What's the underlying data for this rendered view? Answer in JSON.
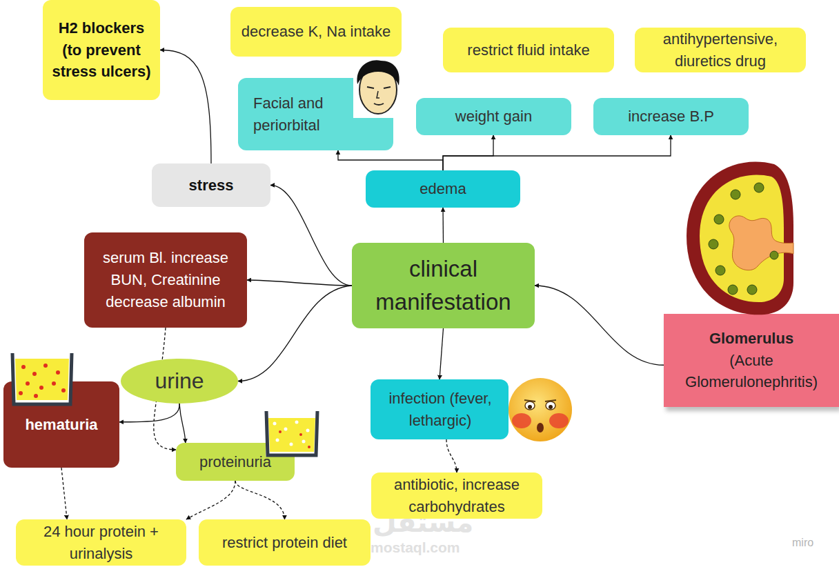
{
  "diagram": {
    "nodes": [
      {
        "text": [
          "H2 blockers (to prevent stress ulcers)"
        ]
      },
      {
        "text": [
          "decrease K, Na intake"
        ]
      },
      {
        "text": [
          "restrict fluid intake"
        ]
      },
      {
        "text": [
          "antihypertensive, diuretics drug"
        ]
      },
      {
        "text": [
          "Facial and periorbital"
        ]
      },
      {
        "text": [
          "weight gain"
        ]
      },
      {
        "text": [
          "increase B.P"
        ]
      },
      {
        "text": [
          "stress"
        ]
      },
      {
        "text": [
          "edema"
        ]
      },
      {
        "text": [
          "serum Bl. increase BUN, Creatinine decrease albumin"
        ]
      },
      {
        "text": [
          "clinical manifestation"
        ]
      },
      {
        "text": [
          "Glomerulus",
          "(Acute Glomerulonephritis)"
        ]
      },
      {
        "text": [
          "urine"
        ]
      },
      {
        "text": [
          "hematuria"
        ]
      },
      {
        "text": [
          "proteinuria"
        ]
      },
      {
        "text": [
          "infection (fever, lethargic)"
        ]
      },
      {
        "text": [
          "antibiotic, increase carbohydrates"
        ]
      },
      {
        "text": [
          "24 hour protein + urinalysis"
        ]
      },
      {
        "text": [
          "restrict protein diet"
        ]
      }
    ],
    "edges": [
      {
        "from": 10,
        "to": 8,
        "arrow": "to"
      },
      {
        "from": 8,
        "to": 4,
        "arrow": "to"
      },
      {
        "from": 8,
        "to": 5,
        "arrow": "to"
      },
      {
        "from": 8,
        "to": 6,
        "arrow": "to"
      },
      {
        "from": 10,
        "to": 7,
        "arrow": "to"
      },
      {
        "from": 7,
        "to": 0,
        "arrow": "to"
      },
      {
        "from": 10,
        "to": 9,
        "arrow": "to"
      },
      {
        "from": 10,
        "to": 12,
        "arrow": "to"
      },
      {
        "from": 12,
        "to": 13,
        "arrow": "to"
      },
      {
        "from": 12,
        "to": 14,
        "arrow": "to"
      },
      {
        "from": 10,
        "to": 15,
        "arrow": "to"
      },
      {
        "from": 15,
        "to": 16,
        "arrow": "to"
      },
      {
        "from": 11,
        "to": 10,
        "arrow": "to"
      },
      {
        "from": 9,
        "to": 14,
        "arrow": "to"
      },
      {
        "from": 13,
        "to": 17,
        "arrow": "to"
      },
      {
        "from": 14,
        "to": 17,
        "arrow": "to"
      },
      {
        "from": 14,
        "to": 18,
        "arrow": "to"
      }
    ],
    "labels": [
      "مستقل",
      "mostaql.com",
      "miro"
    ]
  }
}
